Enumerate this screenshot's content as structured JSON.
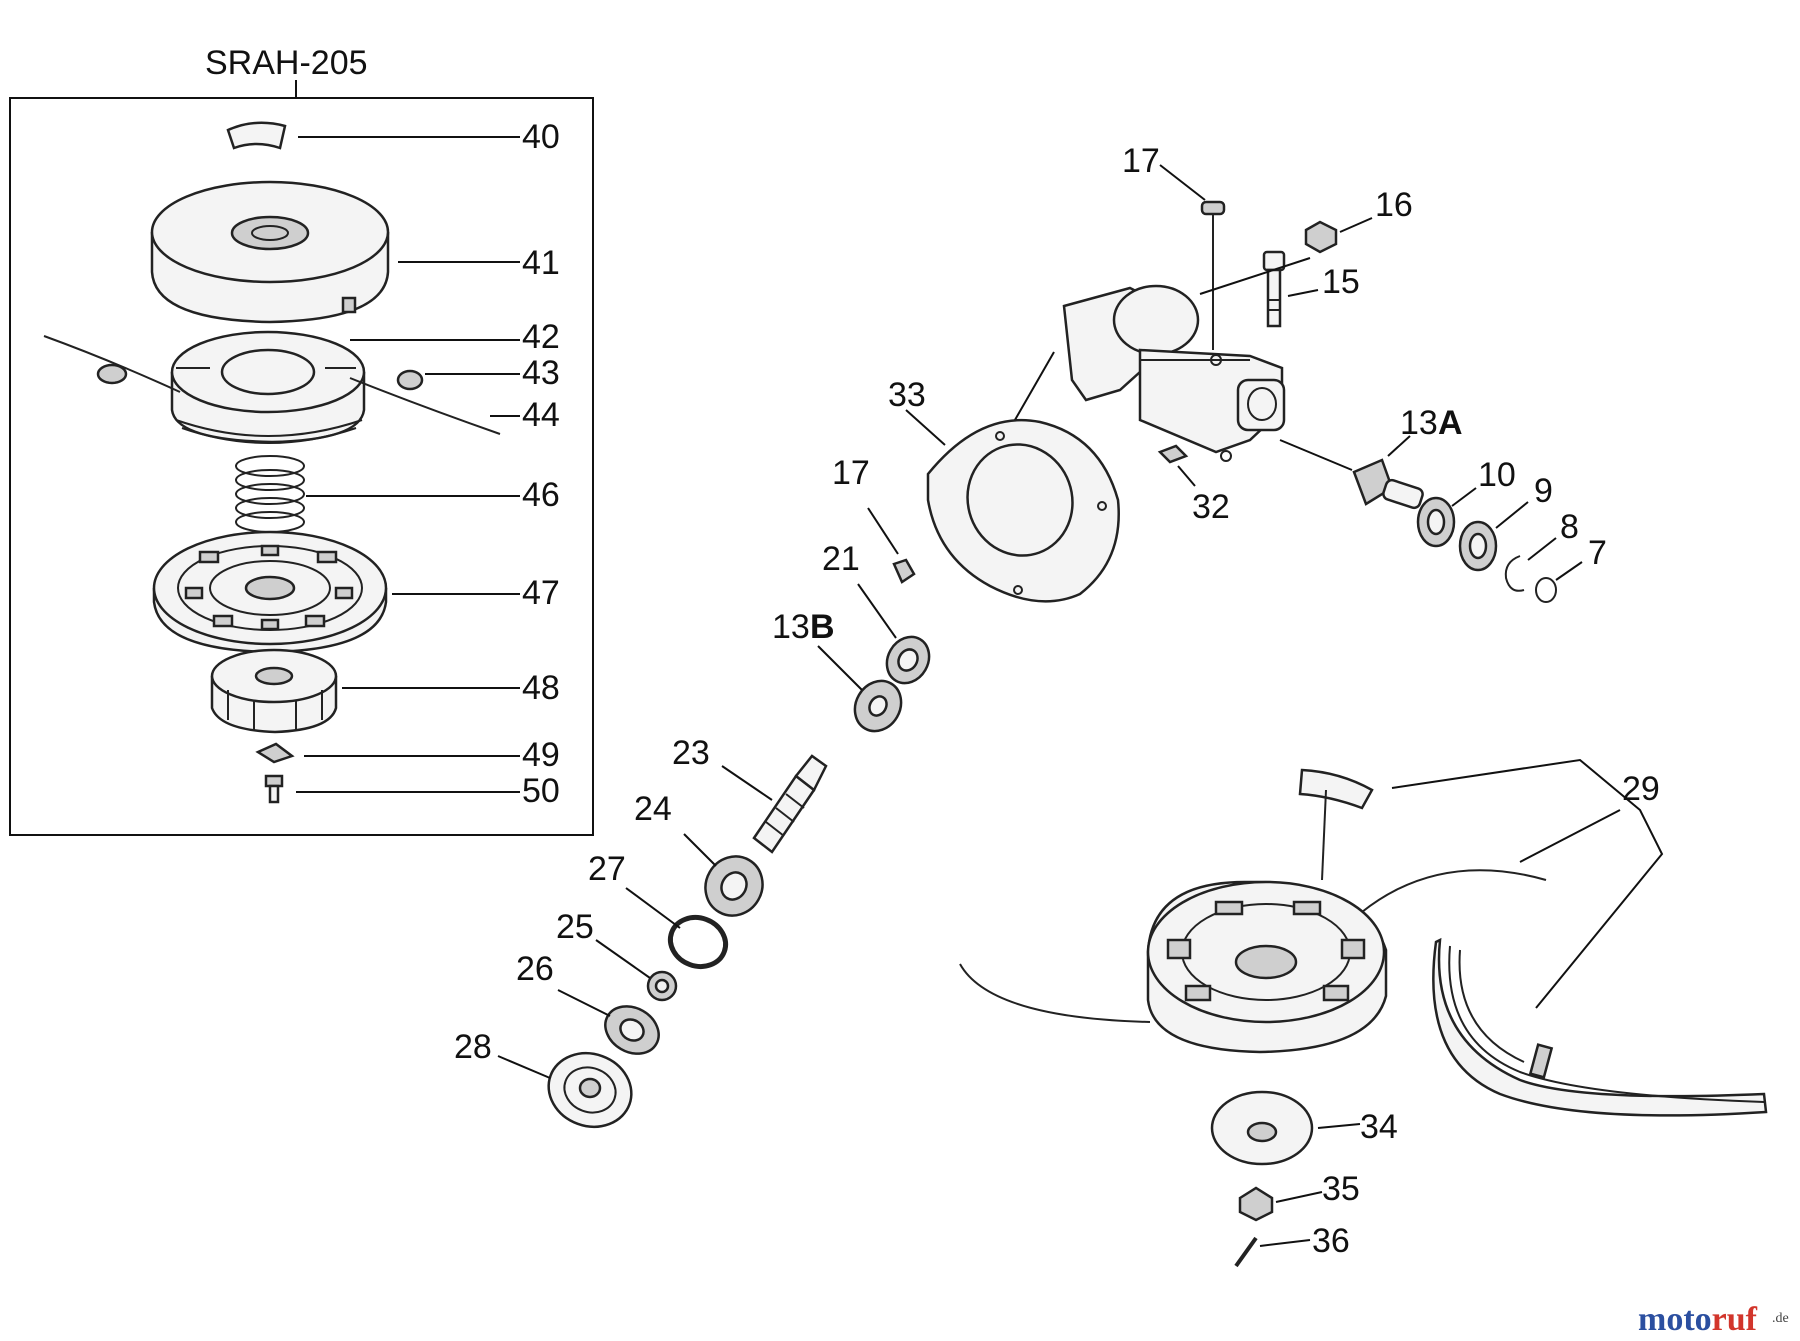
{
  "diagram": {
    "kit_title": "SRAH-205",
    "labels": {
      "p40": "40",
      "p41": "41",
      "p42": "42",
      "p43": "43",
      "p44": "44",
      "p46": "46",
      "p47": "47",
      "p48": "48",
      "p49": "49",
      "p50": "50",
      "p17a": "17",
      "p16": "16",
      "p15": "15",
      "p13a_num": "13",
      "p13a_suffix": "A",
      "p10": "10",
      "p9": "9",
      "p8": "8",
      "p7": "7",
      "p32": "32",
      "p33": "33",
      "p17b": "17",
      "p21": "21",
      "p13b_num": "13",
      "p13b_suffix": "B",
      "p23": "23",
      "p24": "24",
      "p27": "27",
      "p25": "25",
      "p26": "26",
      "p28": "28",
      "p29": "29",
      "p34": "34",
      "p35": "35",
      "p36": "36"
    }
  },
  "watermark": {
    "brand": "motoruf",
    "tld": ".de",
    "colors": {
      "moto": "#2b4fa0",
      "ruf": "#d2352b",
      "tld": "#444444"
    }
  }
}
